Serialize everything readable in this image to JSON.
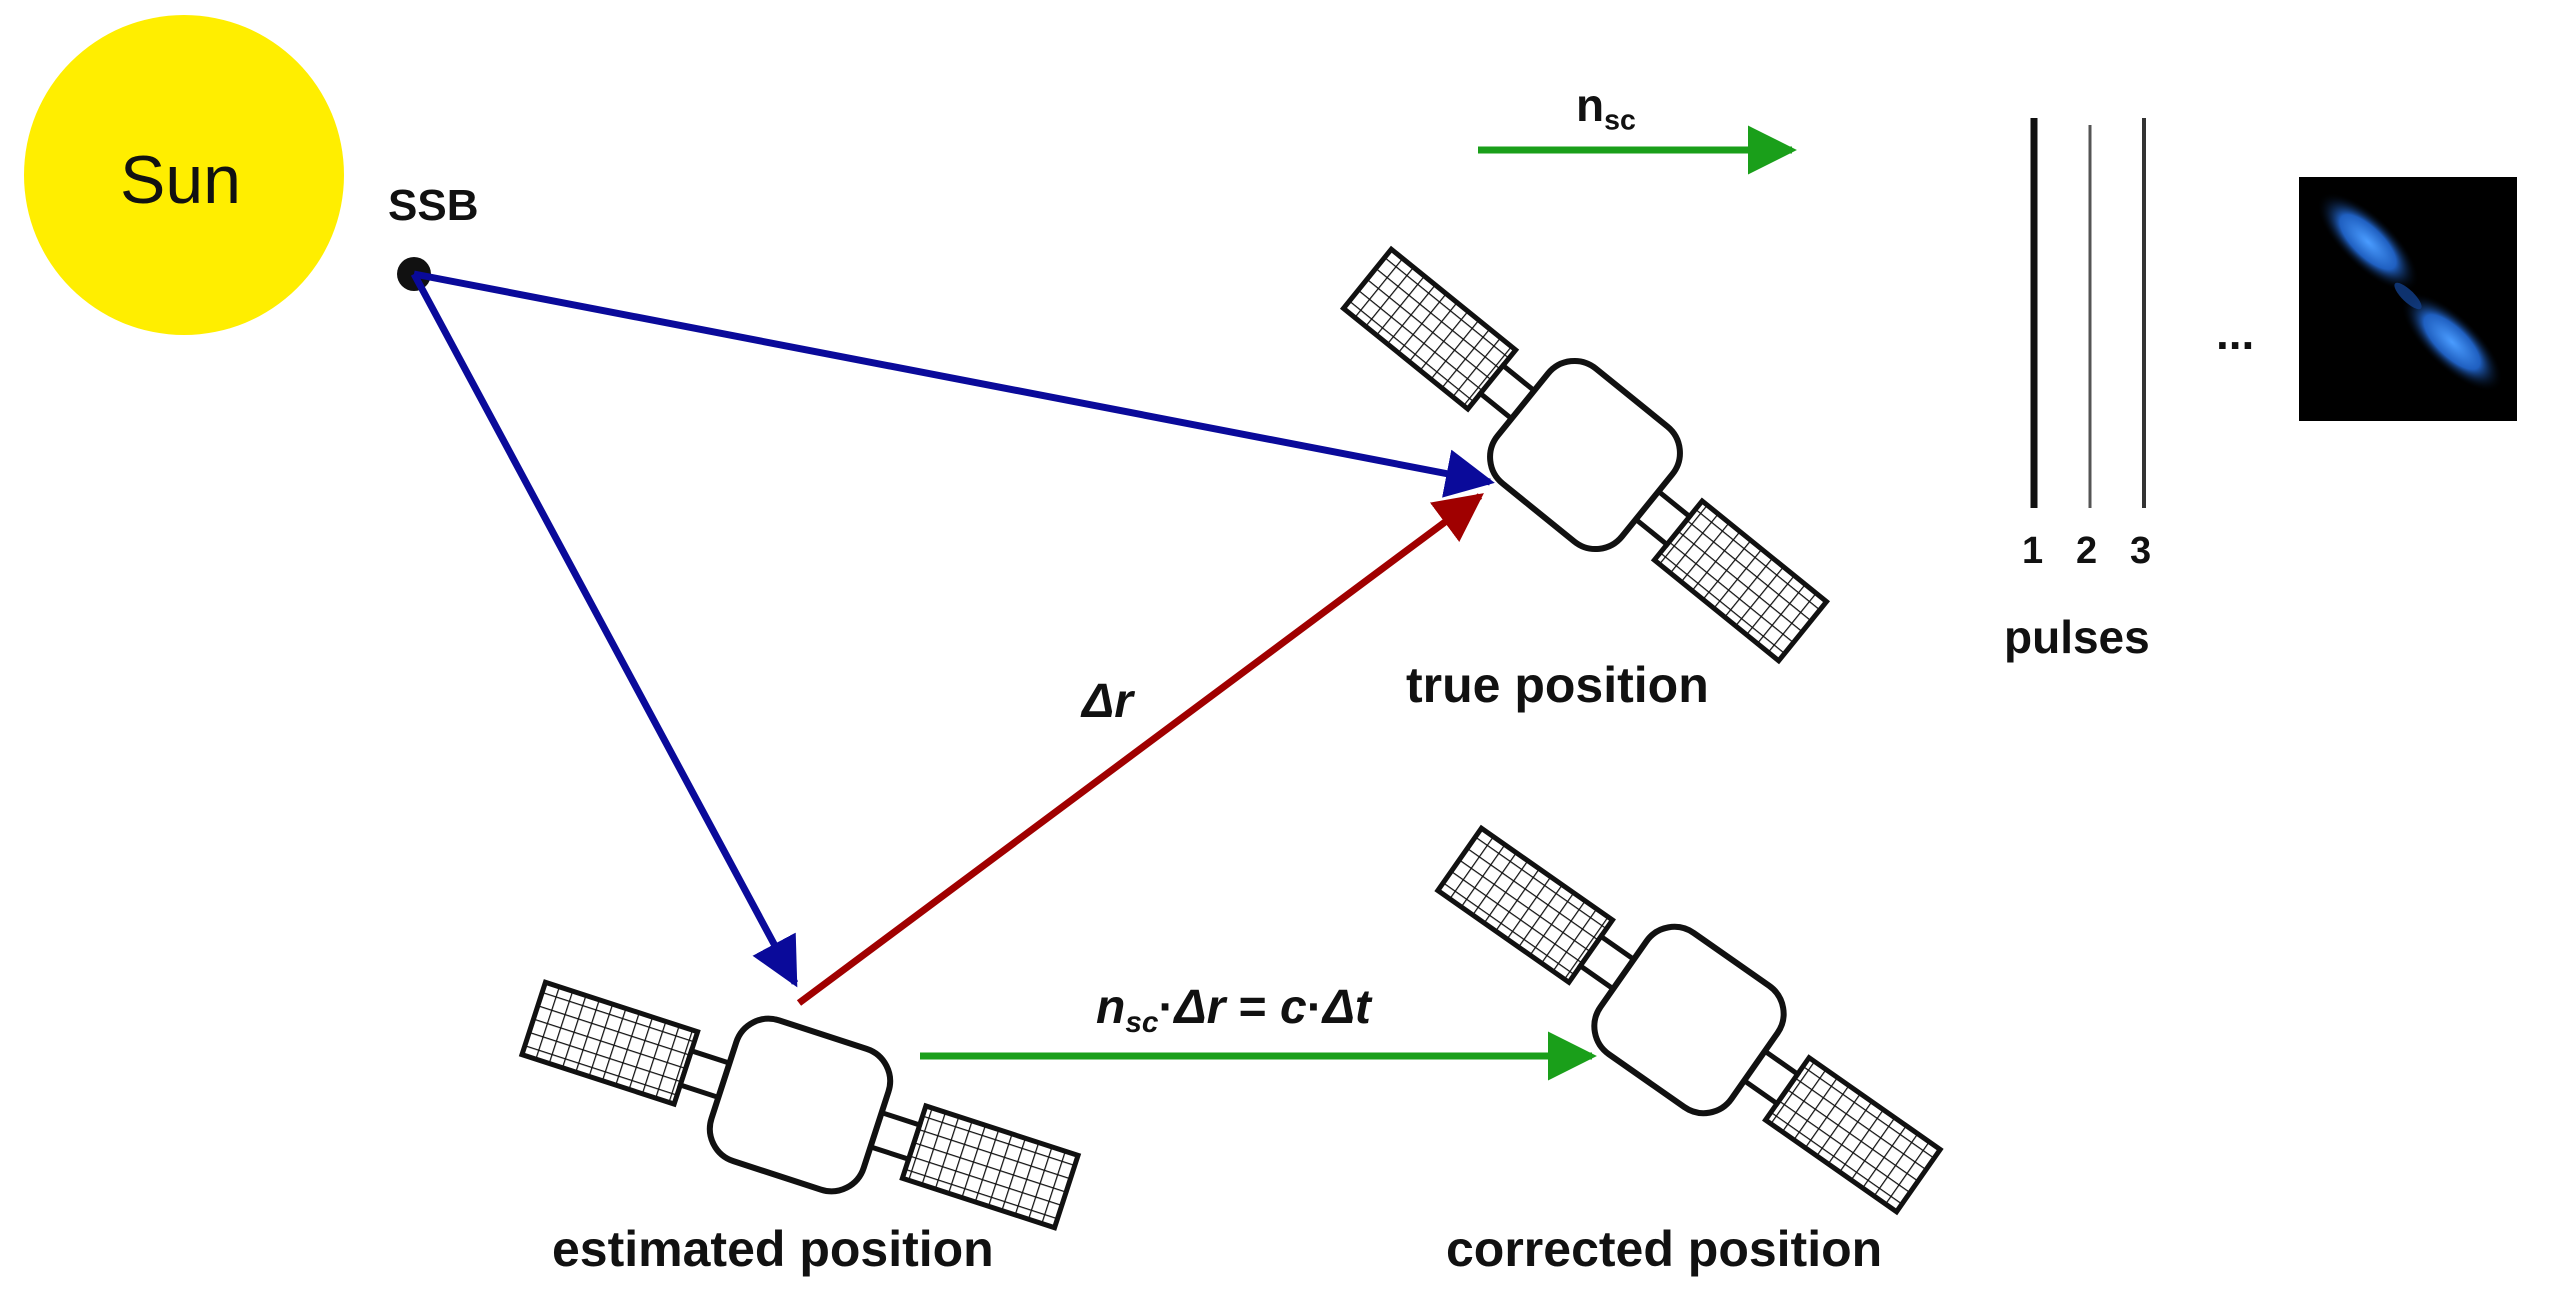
{
  "labels": {
    "sun": "Sun",
    "ssb": "SSB",
    "n_sc": "n",
    "n_sc_sub": "sc",
    "delta_r": "Δr",
    "true_position": "true position",
    "estimated_position": "estimated position",
    "corrected_position": "corrected position",
    "pulses": "pulses",
    "pulse_1": "1",
    "pulse_2": "2",
    "pulse_3": "3",
    "ellipsis": "...",
    "equation": {
      "n": "n",
      "sub": "sc",
      "dot1": "·",
      "dr": "Δr",
      "eq": " = ",
      "c": "c",
      "dot2": "·",
      "dt": "Δt"
    }
  },
  "colors": {
    "sun": "#ffee00",
    "blue_vector": "#0a0a9a",
    "red_vector": "#a00000",
    "green_vector": "#1a9f1a",
    "text": "#111111",
    "pulsar_bg": "#000000",
    "pulsar_glow": "#2a7ae0"
  },
  "icons": [
    "satellite-icon",
    "sun-icon",
    "pulsar-icon"
  ]
}
